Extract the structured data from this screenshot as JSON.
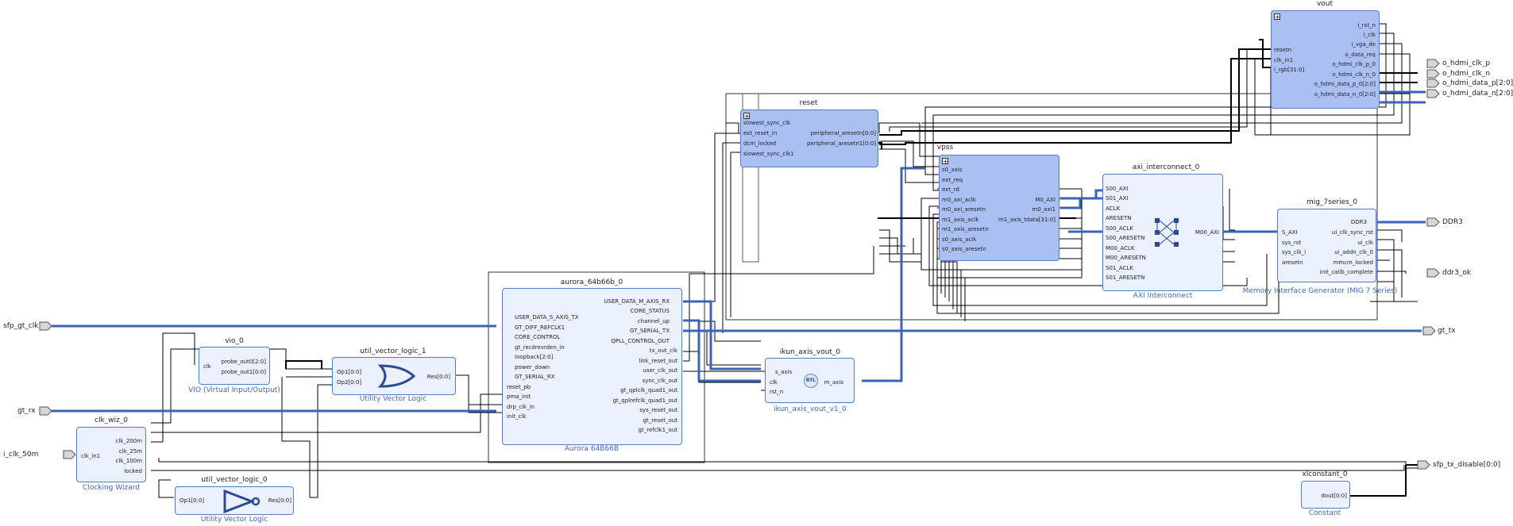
{
  "ports": {
    "sfp_gt_clk": "sfp_gt_clk",
    "gt_rx": "gt_rx",
    "i_clk_50m": "i_clk_50m",
    "o_hdmi_clk_p": "o_hdmi_clk_p",
    "o_hdmi_clk_n": "o_hdmi_clk_n",
    "o_hdmi_data_p": "o_hdmi_data_p[2:0]",
    "o_hdmi_data_n": "o_hdmi_data_n[2:0]",
    "DDR3": "DDR3",
    "ddr3_ok": "ddr3_ok",
    "gt_tx": "gt_tx",
    "sfp_tx_disable": "sfp_tx_disable[0:0]"
  },
  "blocks": {
    "vout": {
      "title": "vout",
      "in": [
        "resetn",
        "clk_in1",
        "i_rgb[31:0]"
      ],
      "out": [
        "i_rst_n",
        "i_clk",
        "i_vga_de",
        "o_data_req",
        "o_hdmi_clk_p_0",
        "o_hdmi_clk_n_0",
        "o_hdmi_data_p_0[2:0]",
        "o_hdmi_data_n_0[2:0]"
      ]
    },
    "reset": {
      "title": "reset",
      "in": [
        "slowest_sync_clk",
        "ext_reset_in",
        "dcm_locked",
        "slowest_sync_clk1"
      ],
      "out": [
        "peripheral_aresetn[0:0]",
        "peripheral_aresetn1[0:0]"
      ]
    },
    "vpss": {
      "title": "vpss",
      "in": [
        "s0_axis",
        "ext_req",
        "ext_rd",
        "m0_axi_aclk",
        "m0_axi_aresetn",
        "m1_axis_aclk",
        "m1_axis_aresetn",
        "s0_axis_aclk",
        "s0_axis_aresetn"
      ],
      "out": [
        "M0_AXI",
        "m0_axi1",
        "m1_axis_tdata[31:0]"
      ]
    },
    "axi_interconnect_0": {
      "title": "axi_interconnect_0",
      "subtitle": "AXI Interconnect",
      "in": [
        "S00_AXI",
        "S01_AXI",
        "ACLK",
        "ARESETN",
        "S00_ACLK",
        "S00_ARESETN",
        "M00_ACLK",
        "M00_ARESETN",
        "S01_ACLK",
        "S01_ARESETN"
      ],
      "out": [
        "M00_AXI"
      ]
    },
    "mig_7series_0": {
      "title": "mig_7series_0",
      "subtitle": "Memory Interface Generator (MIG 7 Series)",
      "in": [
        "S_AXI",
        "sys_rst",
        "sys_clk_i",
        "aresetn"
      ],
      "out": [
        "DDR3",
        "ui_clk_sync_rst",
        "ui_clk",
        "ui_addn_clk_0",
        "mmcm_locked",
        "init_calib_complete"
      ]
    },
    "aurora_64b66b_0": {
      "title": "aurora_64b66b_0",
      "subtitle": "Aurora 64B66B",
      "in": [
        "USER_DATA_S_AXIS_TX",
        "GT_DIFF_REFCLK1",
        "CORE_CONTROL",
        "gt_rxcdrovrden_in",
        "loopback[2:0]",
        "power_down",
        "GT_SERIAL_RX",
        "reset_pb",
        "pma_init",
        "drp_clk_in",
        "init_clk"
      ],
      "out": [
        "USER_DATA_M_AXIS_RX",
        "CORE_STATUS",
        "channel_up",
        "GT_SERIAL_TX",
        "QPLL_CONTROL_OUT",
        "tx_out_clk",
        "link_reset_out",
        "user_clk_out",
        "sync_clk_out",
        "gt_qplclk_quad1_out",
        "gt_qplrefclk_quad1_out",
        "sys_reset_out",
        "gt_reset_out",
        "gt_refclk1_out"
      ]
    },
    "ikun_axis_vout_0": {
      "title": "ikun_axis_vout_0",
      "subtitle": "ikun_axis_vout_v1_0",
      "in": [
        "s_axis",
        "clk",
        "rst_n"
      ],
      "out": [
        "m_axis"
      ],
      "badge": "RTL"
    },
    "vio_0": {
      "title": "vio_0",
      "subtitle": "VIO (Virtual Input/Output)",
      "in": [
        "clk"
      ],
      "out": [
        "probe_out0[2:0]",
        "probe_out1[0:0]"
      ]
    },
    "util_vector_logic_1": {
      "title": "util_vector_logic_1",
      "subtitle": "Utility Vector Logic",
      "in": [
        "Op1[0:0]",
        "Op2[0:0]"
      ],
      "out": [
        "Res[0:0]"
      ]
    },
    "clk_wiz_0": {
      "title": "clk_wiz_0",
      "subtitle": "Clocking Wizard",
      "in": [
        "clk_in1"
      ],
      "out": [
        "clk_200m",
        "clk_25m",
        "clk_100m",
        "locked"
      ]
    },
    "util_vector_logic_0": {
      "title": "util_vector_logic_0",
      "subtitle": "Utility Vector Logic",
      "in": [
        "Op1[0:0]"
      ],
      "out": [
        "Res[0:0]"
      ]
    },
    "xlconstant_0": {
      "title": "xlconstant_0",
      "subtitle": "Constant",
      "in": [],
      "out": [
        "dout[0:0]"
      ]
    }
  },
  "colors": {
    "wire": "#000000",
    "bus": "#3a64b5",
    "block_fill": "#eaf1fc",
    "hier_fill": "#aac0f2",
    "block_border": "#5a7bc0",
    "subtitle": "#3f67b8"
  },
  "icons": [
    "expand-plus-icon",
    "or-gate-icon",
    "not-gate-icon",
    "crossbar-icon",
    "rtl-badge-icon"
  ]
}
